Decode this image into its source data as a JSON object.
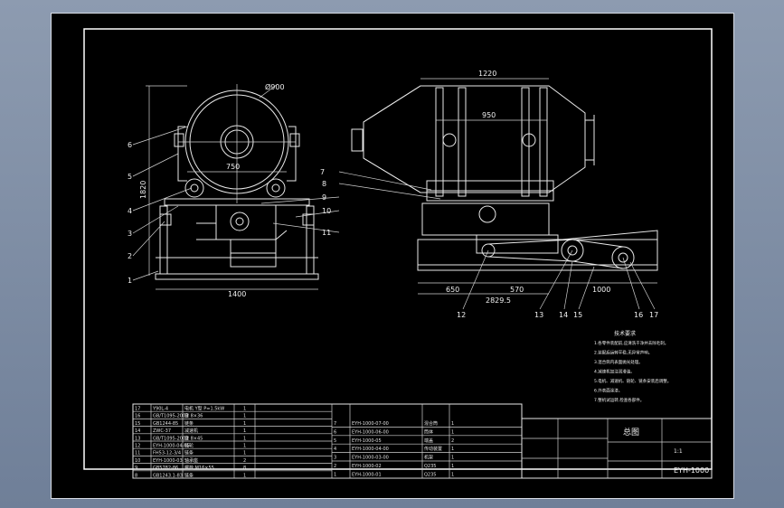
{
  "drawing": {
    "dimensions": {
      "front_diameter": "Ø900",
      "front_height": "1820",
      "front_width_top": "750",
      "front_width_base": "1400",
      "side_width_top": "1220",
      "side_inner_width": "950",
      "side_len_a": "650",
      "side_len_b": "570",
      "side_len_c": "1000",
      "side_total": "2829.5"
    },
    "balloons_left": [
      "6",
      "5",
      "4",
      "3",
      "2",
      "1"
    ],
    "balloons_mid": [
      "7",
      "8",
      "9",
      "10",
      "11"
    ],
    "balloons_bottom": [
      "12",
      "13",
      "14",
      "15",
      "16",
      "17"
    ],
    "tech_notes": {
      "title": "技术要求",
      "lines": [
        "1.各零件装配前,应清洗干净并去除毛刺。",
        "2.装配后运转平稳,无异常声响。",
        "3.混合筒内表面抛光处理。",
        "4.减速机加注润滑油。",
        "5.电机、减速机、链轮、链条安装后调整。",
        "6.外表面涂漆。",
        "7.整机试运转,检查各部件。"
      ]
    },
    "parts_rows": [
      {
        "no": "17",
        "code": "Y90L-4",
        "name": "电机 Y型 P=1.5kW",
        "qty": "1"
      },
      {
        "no": "16",
        "code": "GB/T1095-2003",
        "name": "键 8×36",
        "qty": "1"
      },
      {
        "no": "15",
        "code": "GB1244-85",
        "name": "链条",
        "qty": "1"
      },
      {
        "no": "14",
        "code": "ZWC-37",
        "name": "减速机",
        "qty": "1"
      },
      {
        "no": "13",
        "code": "GB/T1095-2003",
        "name": "键 8×45",
        "qty": "1"
      },
      {
        "no": "12",
        "code": "EYH-1000-04-05",
        "name": "链轮",
        "qty": "1"
      },
      {
        "no": "11",
        "code": "FH53-12-3/4",
        "name": "链条",
        "qty": "1"
      },
      {
        "no": "10",
        "code": "EYH-1000-03",
        "name": "轴承座",
        "qty": "2"
      },
      {
        "no": "9",
        "code": "GB5782-86",
        "name": "螺栓 M16×55",
        "qty": "8"
      },
      {
        "no": "8",
        "code": "GB1243.1-83",
        "name": "链条",
        "qty": "1"
      }
    ],
    "parts_rows_right": [
      {
        "no": "7",
        "code": "EYH-1000-07-00",
        "name": "混合筒",
        "qty": "1"
      },
      {
        "no": "6",
        "code": "EYH-1000-06-00",
        "name": "筒体",
        "qty": "1"
      },
      {
        "no": "5",
        "code": "EYH-1000-05",
        "name": "端盖",
        "qty": "2"
      },
      {
        "no": "4",
        "code": "EYH-1000-04-00",
        "name": "传动装置",
        "qty": "1"
      },
      {
        "no": "3",
        "code": "EYH-1000-03-00",
        "name": "机架",
        "qty": "1"
      },
      {
        "no": "2",
        "code": "EYH-1000-02",
        "name": "Q235",
        "qty": "1"
      },
      {
        "no": "1",
        "code": "EYH-1000-01",
        "name": "Q235",
        "qty": "1"
      }
    ],
    "title_block": {
      "drawing_title": "总图",
      "drawing_code": "EYH-1000",
      "scale": "1:1"
    }
  }
}
